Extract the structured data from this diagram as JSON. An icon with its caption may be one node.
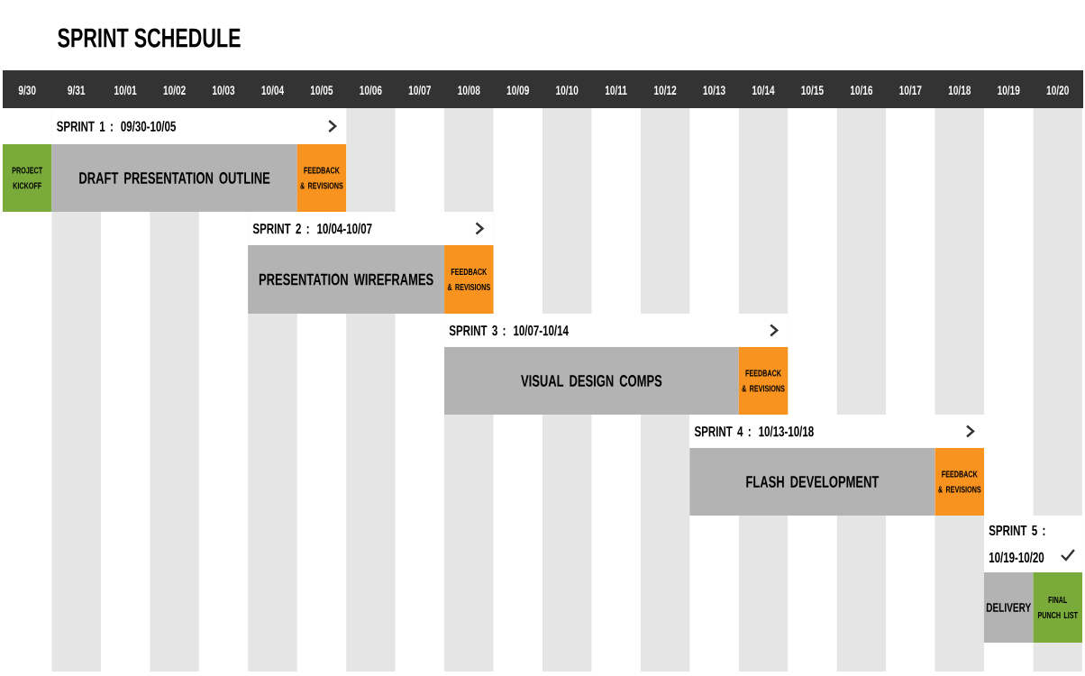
{
  "diagram": {
    "title": "SPRINT SCHEDULE",
    "nodes": [
      {
        "text": [
          "PROJECT KICKOFF"
        ]
      },
      {
        "text": [
          "DRAFT PRESENTATION OUTLINE"
        ]
      },
      {
        "text": [
          "FEEDBACK & REVISIONS"
        ]
      },
      {
        "text": [
          "PRESENTATION WIREFRAMES"
        ]
      },
      {
        "text": [
          "FEEDBACK & REVISIONS"
        ]
      },
      {
        "text": [
          "VISUAL DESIGN COMPS"
        ]
      },
      {
        "text": [
          "FEEDBACK & REVISIONS"
        ]
      },
      {
        "text": [
          "FLASH DEVELOPMENT"
        ]
      },
      {
        "text": [
          "FEEDBACK & REVISIONS"
        ]
      },
      {
        "text": [
          "DELIVERY"
        ]
      },
      {
        "text": [
          "FINAL PUNCH LIST"
        ]
      }
    ],
    "labels": [
      "9/30",
      "9/31",
      "10/01",
      "10/02",
      "10/03",
      "10/04",
      "10/05",
      "10/06",
      "10/07",
      "10/08",
      "10/09",
      "10/10",
      "10/11",
      "10/12",
      "10/13",
      "10/14",
      "10/15",
      "10/16",
      "10/17",
      "10/18",
      "10/19",
      "10/20",
      "SPRINT 1 : 09/30-10/05",
      "SPRINT 2 : 10/04-10/07",
      "SPRINT 3 : 10/07-10/14",
      "SPRINT 4 : 10/13-10/18",
      "SPRINT 5 : 10/19-10/20"
    ]
  }
}
